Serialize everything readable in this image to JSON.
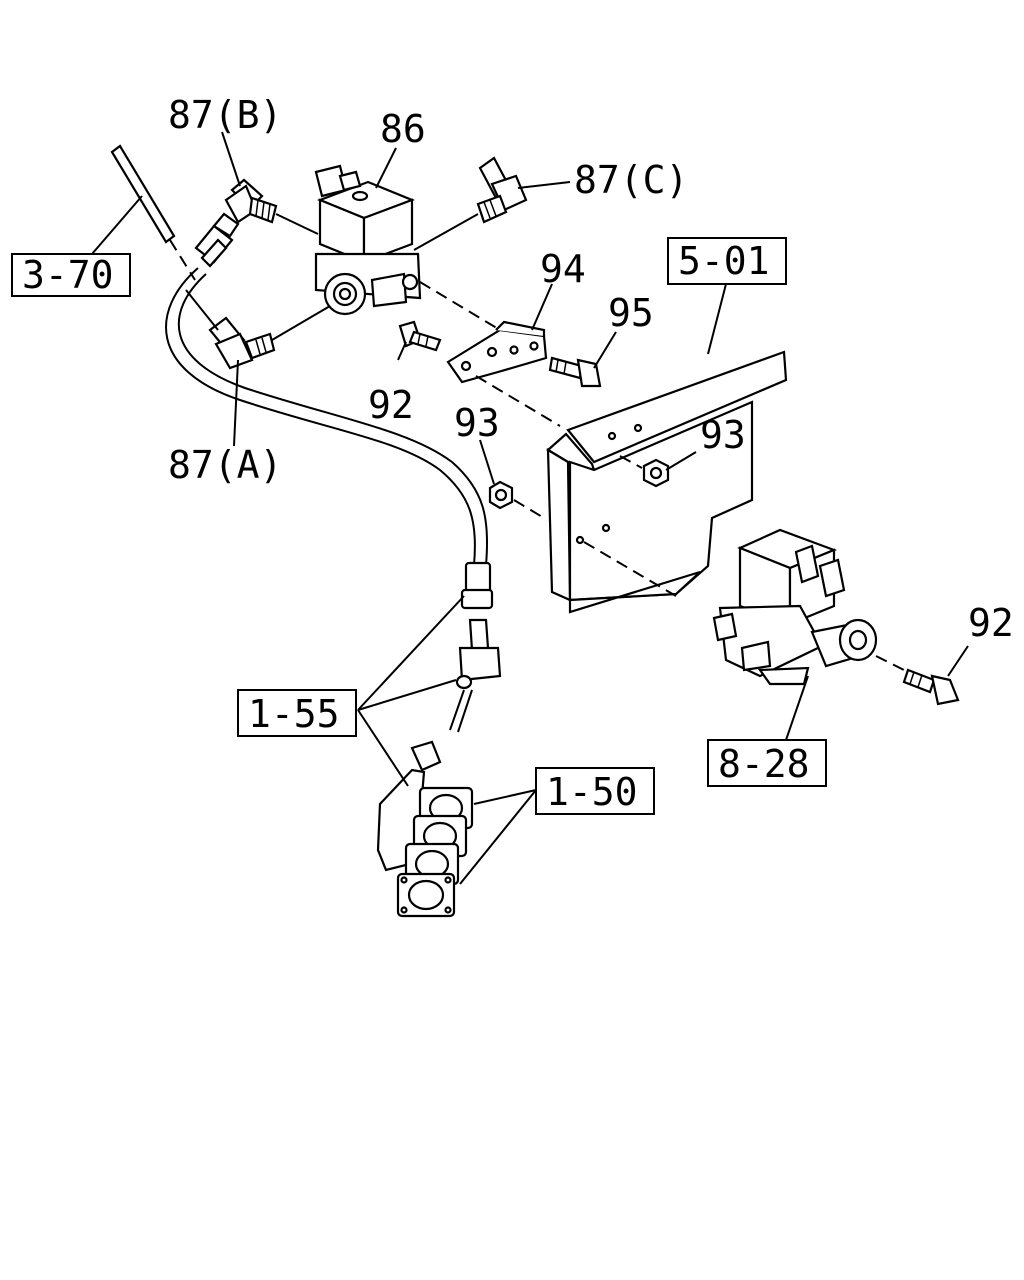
{
  "callouts": {
    "c87b": "87(B)",
    "c86": "86",
    "c87c": "87(C)",
    "c370": "3-70",
    "c94": "94",
    "c501": "5-01",
    "c95": "95",
    "c92a": "92",
    "c87a": "87(A)",
    "c93a": "93",
    "c93b": "93",
    "c92b": "92",
    "c155": "1-55",
    "c150": "1-50",
    "c828": "8-28"
  }
}
